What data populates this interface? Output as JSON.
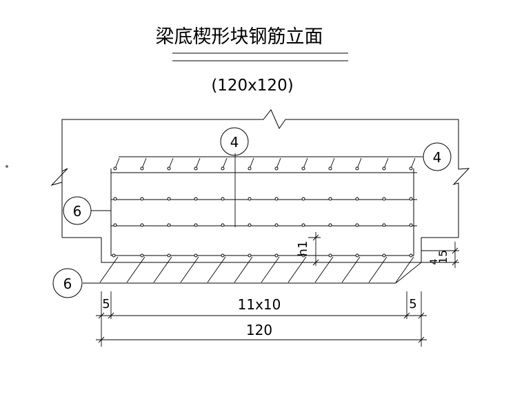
{
  "drawing": {
    "title": "梁底楔形块钢筋立面",
    "subtitle": "(120x120)",
    "callouts": {
      "top_mid": "4",
      "top_right": "4",
      "left_mid": "6",
      "left_bottom": "6"
    },
    "dimensions": {
      "h1_label": "h1",
      "right_vertical": "15",
      "right_vertical_sub": "4",
      "left_end": "5",
      "middle": "11x10",
      "right_end": "5",
      "overall": "120"
    },
    "rebar_spacing_count": 11
  }
}
